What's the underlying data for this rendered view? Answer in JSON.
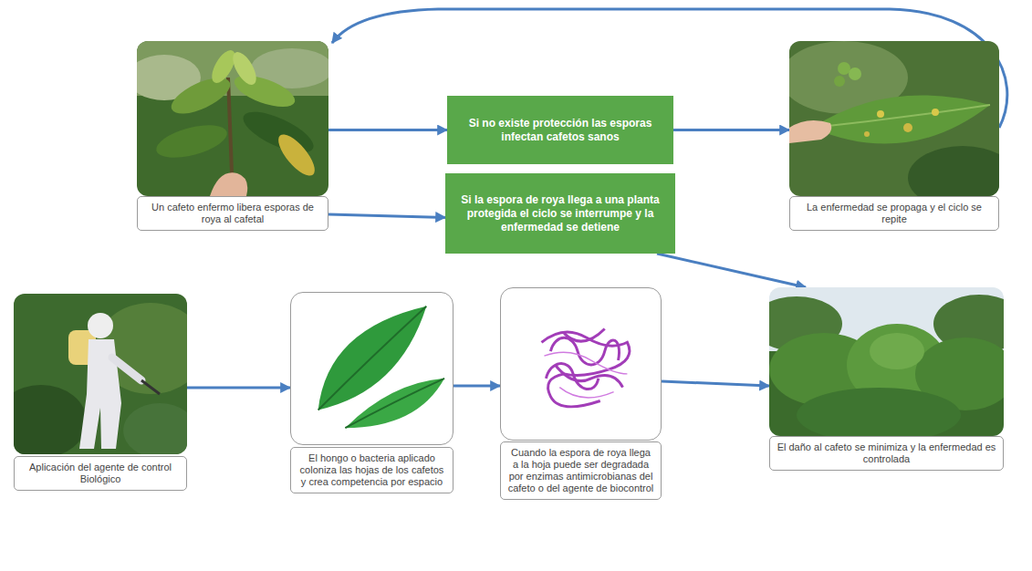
{
  "diagram": {
    "nodes": [
      {
        "text": [
          "Un cafeto enfermo libera esporas de roya al cafetal"
        ]
      },
      {
        "text": [
          "Si no existe protección las esporas infectan cafetos sanos"
        ]
      },
      {
        "text": [
          "La enfermedad se propaga y el ciclo se repite"
        ]
      },
      {
        "text": [
          "Si la espora de roya llega a una planta protegida el ciclo se interrumpe y la enfermedad se detiene"
        ]
      },
      {
        "text": [
          "Aplicación del agente de control Biológico"
        ]
      },
      {
        "text": [
          "El hongo o bacteria aplicado coloniza las hojas de los cafetos y crea competencia por espacio"
        ]
      },
      {
        "text": [
          "Cuando la espora de roya llega a la hoja puede ser degradada por enzimas antimicrobianas del cafeto o del agente de biocontrol"
        ]
      },
      {
        "text": [
          "El daño al cafeto se minimiza y la enfermedad es controlada"
        ]
      }
    ],
    "edges": [
      {
        "from": 0,
        "to": 1,
        "arrow": "to"
      },
      {
        "from": 1,
        "to": 2,
        "arrow": "to"
      },
      {
        "from": 2,
        "to": 0,
        "arrow": "to"
      },
      {
        "from": 0,
        "to": 3,
        "arrow": "to"
      },
      {
        "from": 3,
        "to": 7,
        "arrow": "to"
      },
      {
        "from": 4,
        "to": 5,
        "arrow": "to"
      },
      {
        "from": 5,
        "to": 6,
        "arrow": "to"
      },
      {
        "from": 6,
        "to": 7,
        "arrow": "to"
      }
    ]
  }
}
